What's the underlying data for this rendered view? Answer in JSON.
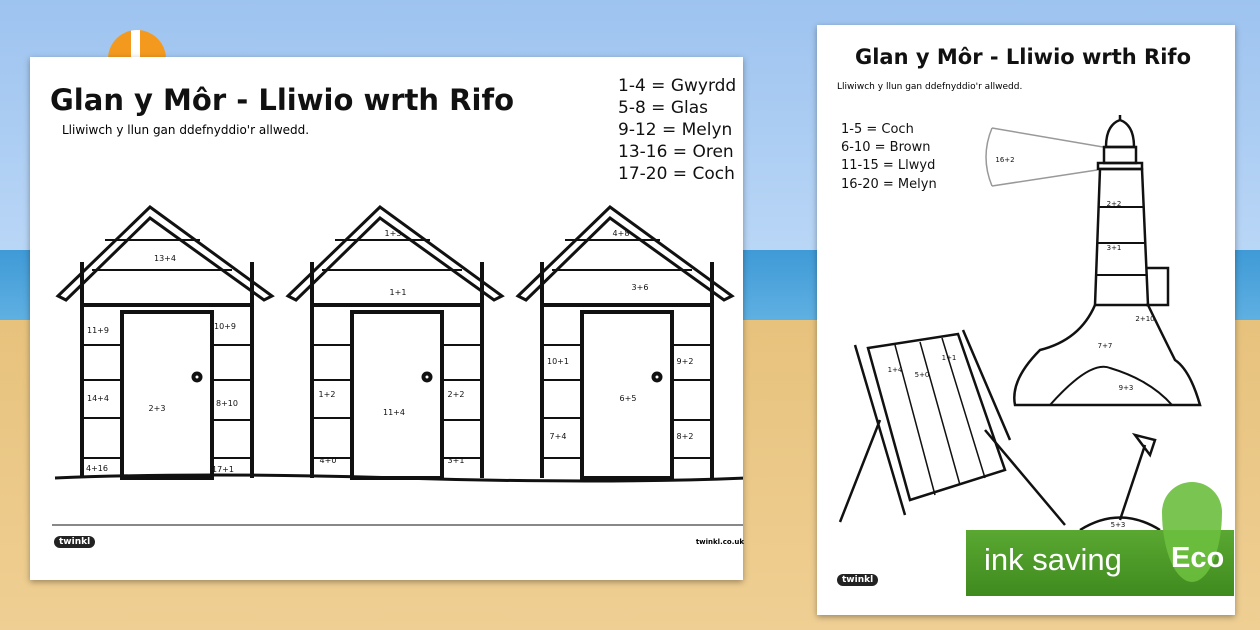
{
  "left_sheet": {
    "title": "Glan y Môr - Lliwio wrth Rifo",
    "instruction": "Lliwiwch y llun gan ddefnyddio'r allwedd.",
    "key": [
      "1-4 = Gwyrdd",
      "5-8 = Glas",
      "9-12 = Melyn",
      "13-16 = Oren",
      "17-20 = Coch"
    ],
    "hut1": [
      "13+4",
      "11+9",
      "10+9",
      "14+4",
      "2+3",
      "8+10",
      "4+16",
      "17+1"
    ],
    "hut2": [
      "1+3",
      "1+1",
      "1+2",
      "11+4",
      "2+2",
      "4+0",
      "3+1"
    ],
    "hut3": [
      "4+8",
      "3+6",
      "10+1",
      "9+2",
      "6+5",
      "7+4",
      "8+2"
    ],
    "logo": "twinkl",
    "footer_url": "twinkl.co.uk"
  },
  "right_sheet": {
    "title": "Glan y Môr - Lliwio wrth Rifo",
    "instruction": "Lliwiwch y llun gan ddefnyddio'r allwedd.",
    "key": [
      "1-5 = Coch",
      "6-10 = Brown",
      "11-15 = Llwyd",
      "16-20 = Melyn"
    ],
    "lighthouse": [
      "16+2",
      "2+2",
      "3+1",
      "2+10",
      "7+7",
      "9+3"
    ],
    "deckchair": [
      "1+4",
      "5+0",
      "1+1"
    ],
    "spade": "5+3",
    "logo": "twinkl"
  },
  "badge": {
    "text": "ink saving",
    "eco": "Eco",
    "color": "#4f9e2a"
  }
}
